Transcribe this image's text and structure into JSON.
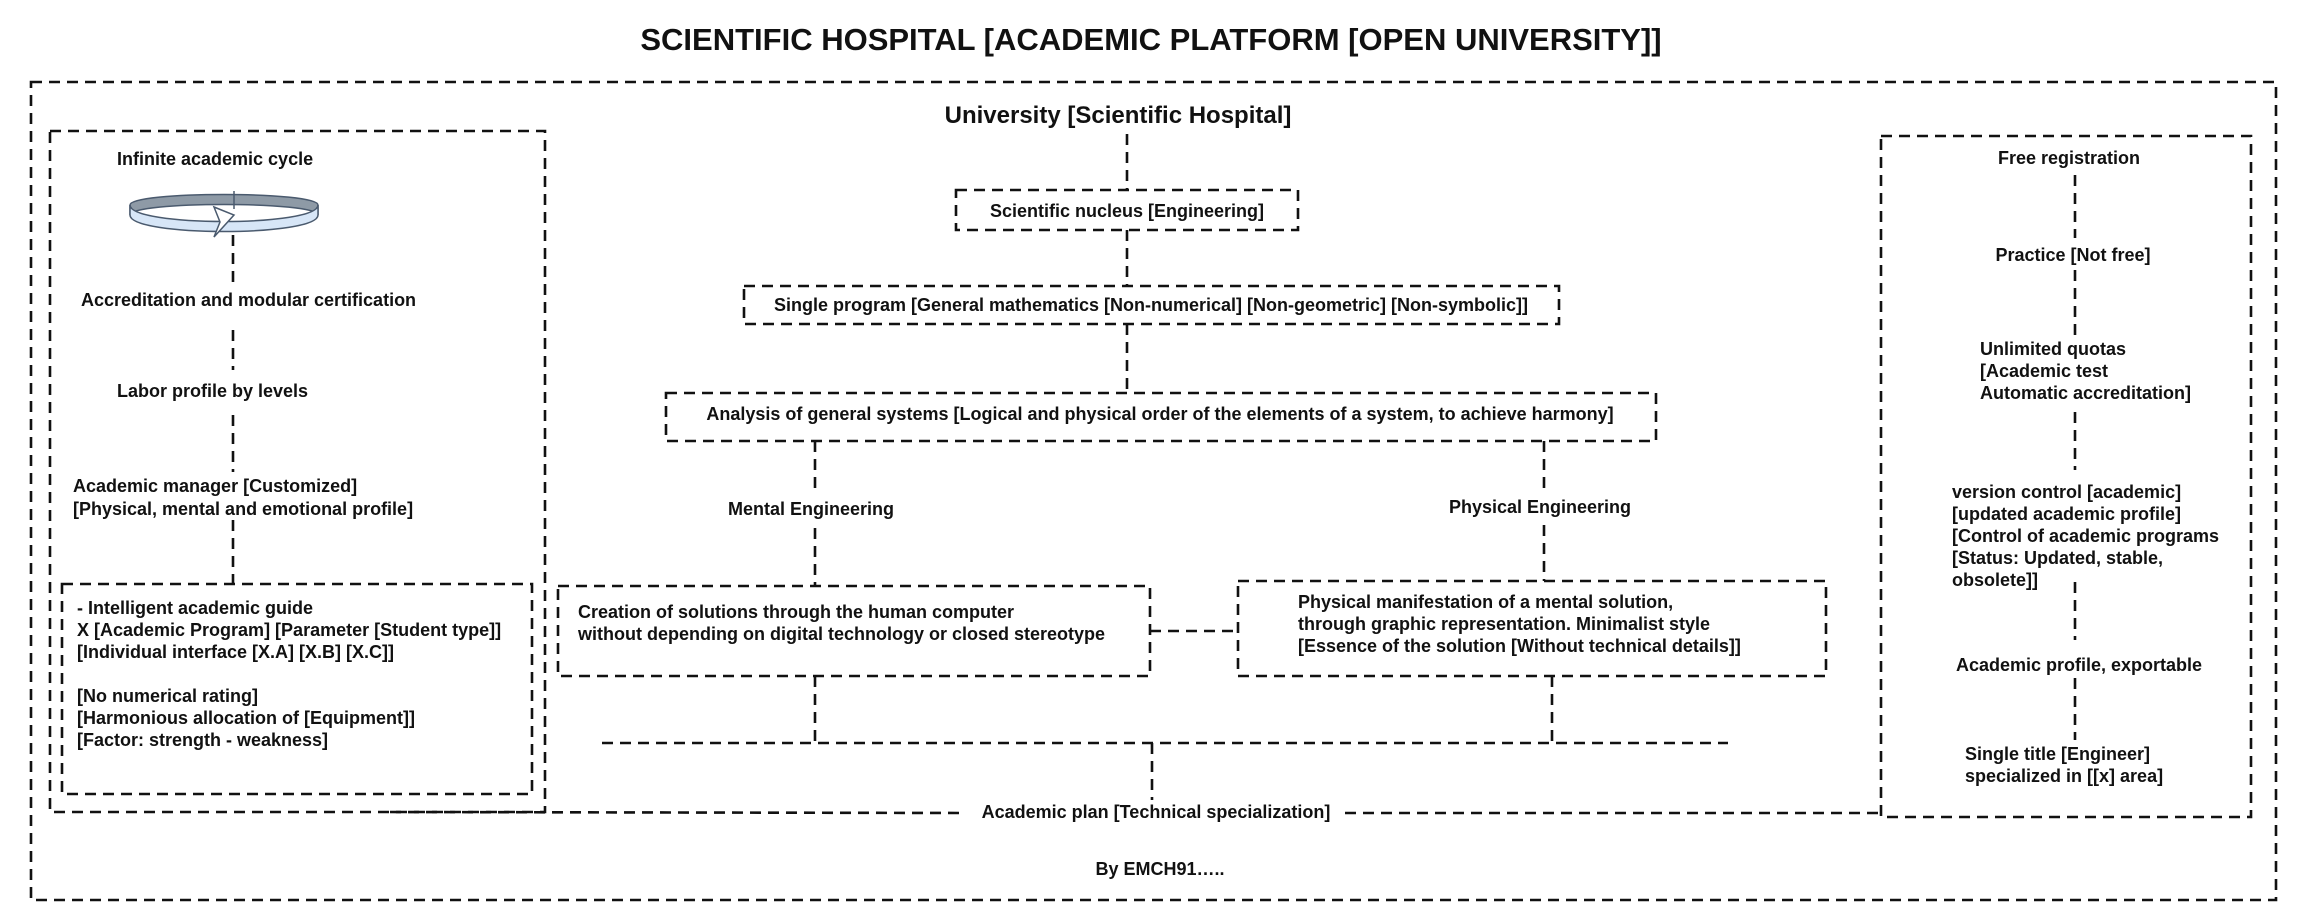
{
  "title": "SCIENTIFIC HOSPITAL [ACADEMIC PLATFORM [OPEN UNIVERSITY]]",
  "university": "University [Scientific Hospital]",
  "left": {
    "cycle": "Infinite academic cycle",
    "accreditation": "Accreditation and modular certification",
    "labor": "Labor profile by levels",
    "manager_line1": "Academic manager [Customized]",
    "manager_line2": "[Physical, mental and emotional profile]",
    "guide": [
      "- Intelligent academic guide",
      "X [Academic Program] [Parameter [Student type]]",
      "[Individual interface [X.A] [X.B] [X.C]]",
      "",
      "[No numerical rating]",
      "[Harmonious allocation of [Equipment]]",
      "[Factor: strength - weakness]"
    ]
  },
  "center": {
    "nucleus": "Scientific nucleus [Engineering]",
    "program": "Single program [General mathematics [Non-numerical] [Non-geometric] [Non-symbolic]]",
    "analysis": "Analysis of general systems [Logical and physical order of the elements of a system, to achieve harmony]",
    "mental": "Mental Engineering",
    "physical": "Physical Engineering",
    "mental_box": [
      "Creation of solutions through the human computer",
      "without depending on digital technology or closed stereotype"
    ],
    "physical_box": [
      "Physical manifestation of a mental solution,",
      "through graphic representation. Minimalist style",
      "[Essence of the solution [Without technical details]]"
    ],
    "plan": "Academic plan [Technical specialization]"
  },
  "right": {
    "registration": "Free registration",
    "practice": "Practice [Not free]",
    "quotas": [
      "Unlimited quotas",
      "[Academic test",
      "Automatic accreditation]"
    ],
    "version": [
      "version control [academic]",
      "[updated academic profile]",
      "[Control of academic programs",
      "[Status: Updated, stable,",
      "obsolete]]"
    ],
    "profile": "Academic profile, exportable",
    "single_title": [
      "Single title [Engineer]",
      "specialized in [[x] area]"
    ]
  },
  "footer": "By EMCH91…..",
  "icons": {
    "cycle": "circular-arrow-icon"
  },
  "colors": {
    "line": "#111111",
    "cycle_fill": "#d7e6f7",
    "cycle_dark": "#8e9aa6",
    "cycle_stroke": "#4a5a6e"
  }
}
